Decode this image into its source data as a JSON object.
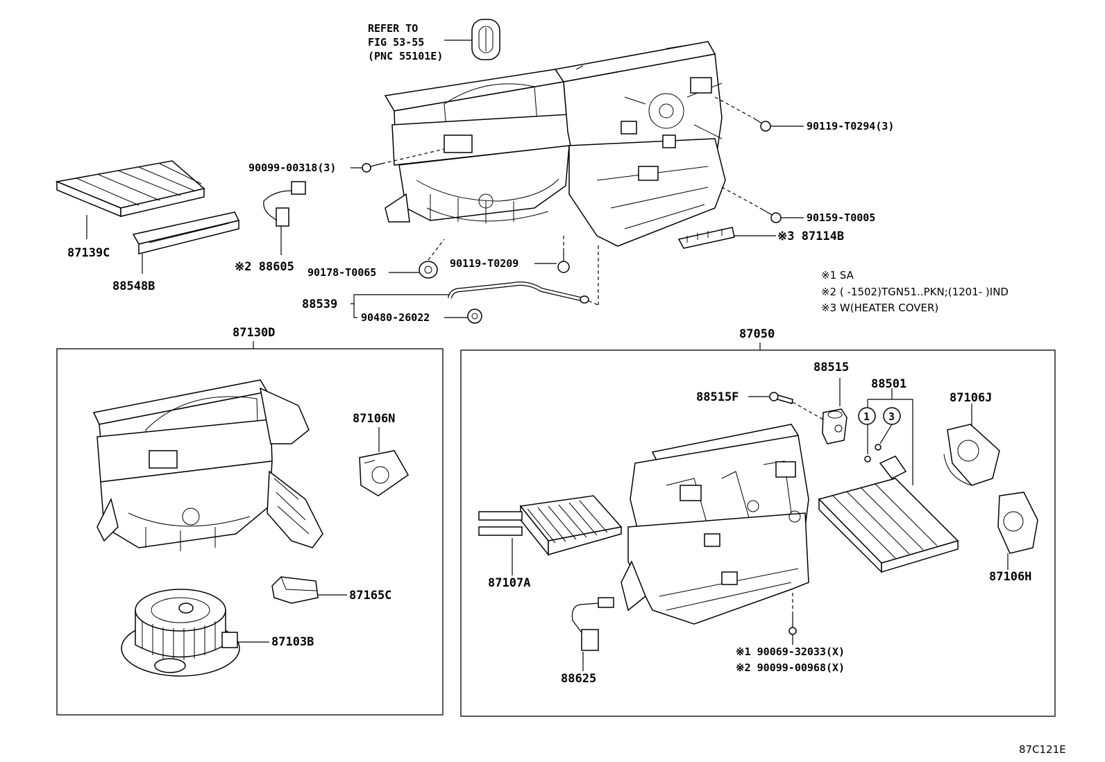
{
  "labels": {
    "refer_line1": "REFER TO",
    "refer_line2": "FIG 53-55",
    "refer_line3": "(PNC 55101E)",
    "p_90119_T0294": "90119-T0294(3)",
    "p_90099_00318": "90099-00318(3)",
    "p_90159_T0005": "90159-T0005",
    "p_87114B": "※3 87114B",
    "p_87139C": "87139C",
    "p_88548B": "88548B",
    "p_88605": "※2 88605",
    "p_90178_T0065": "90178-T0065",
    "p_90119_T0209": "90119-T0209",
    "p_88539": "88539",
    "p_90480_26022": "90480-26022",
    "p_87130D": "87130D",
    "p_87050": "87050",
    "p_87106N": "87106N",
    "p_87165C": "87165C",
    "p_87103B": "87103B",
    "p_88515": "88515",
    "p_88515F": "88515F",
    "p_88501": "88501",
    "p_87106J": "87106J",
    "p_87106H": "87106H",
    "p_87107A": "87107A",
    "p_88625": "88625",
    "p_90069_32033": "※1 90069-32033(X)",
    "p_90099_00968": "※2 90099-00968(X)",
    "circle_1": "1",
    "circle_3": "3",
    "figure_code": "87C121E"
  },
  "notes": {
    "n1": "※1 SA",
    "n2": "※2 (       -1502)TGN51..PKN;(1201-        )IND",
    "n3": "※3 W(HEATER COVER)"
  }
}
